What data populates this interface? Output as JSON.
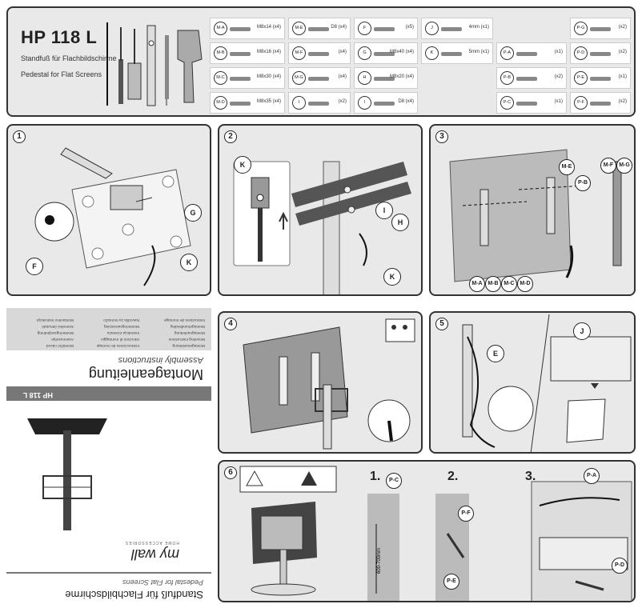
{
  "header": {
    "title": "HP 118 L",
    "subtitle_de": "Standfuß für Flachbildschirme",
    "subtitle_en": "Pedestal for Flat Screens",
    "parts": [
      {
        "code": "M-A",
        "desc": "M8x14 (x4)"
      },
      {
        "code": "M-B",
        "desc": "M8x16 (x4)"
      },
      {
        "code": "M-C",
        "desc": "M8x30 (x4)"
      },
      {
        "code": "M-D",
        "desc": "M8x35 (x4)"
      },
      {
        "code": "M-E",
        "desc": "D8 (x4)"
      },
      {
        "code": "M-F",
        "desc": "(x4)"
      },
      {
        "code": "M-G",
        "desc": "(x4)"
      },
      {
        "code": "I",
        "desc": "(x2)"
      },
      {
        "code": "F",
        "desc": "(x5)"
      },
      {
        "code": "G",
        "desc": "M8x40 (x4)"
      },
      {
        "code": "H",
        "desc": "M8x20 (x4)"
      },
      {
        "code": "I",
        "desc": "D8 (x4)"
      },
      {
        "code": "J",
        "desc": "4mm (x1)"
      },
      {
        "code": "K",
        "desc": "5mm (x1)"
      },
      {
        "code": "P-A",
        "desc": "(x1)"
      },
      {
        "code": "P-B",
        "desc": "(x2)"
      },
      {
        "code": "P-C",
        "desc": "(x1)"
      },
      {
        "code": "P-D",
        "desc": "(x2)"
      },
      {
        "code": "P-E",
        "desc": "(x1)"
      },
      {
        "code": "P-F",
        "desc": "(x2)"
      },
      {
        "code": "P-G",
        "desc": "(x2)"
      }
    ]
  },
  "steps": {
    "s1": {
      "num": "1",
      "callouts": [
        "G",
        "F",
        "K"
      ]
    },
    "s2": {
      "num": "2",
      "callouts": [
        "K",
        "I",
        "H",
        "K"
      ]
    },
    "s3": {
      "num": "3",
      "callouts": [
        "M-E",
        "P-B",
        "M-F",
        "M-G",
        "M-A",
        "M-B",
        "M-C",
        "M-D"
      ]
    },
    "s4": {
      "num": "4"
    },
    "s5": {
      "num": "5",
      "callouts": [
        "E",
        "J"
      ]
    },
    "s6": {
      "num": "6",
      "sub1": "1.",
      "sub2": "2.",
      "sub3": "3.",
      "callouts": [
        "P-C",
        "P-F",
        "P-E",
        "P-A",
        "P-D"
      ],
      "dimension": "600-700mm"
    }
  },
  "cover": {
    "langs_col1": [
      "Montagesanleitung",
      "Mounting instructions",
      "Montageanleitung",
      "Montagehandleiding",
      "Instructions de montage"
    ],
    "langs_col2": [
      "Instrucciones de montaje",
      "Istruzioni di montaggio",
      "Instrukcja montażu",
      "Monteringsanvisning",
      "Navodila za montažo"
    ],
    "langs_col3": [
      "Montážní návod",
      "Asennusohje",
      "Monteringsvejledning",
      "Szerelési útmutató",
      "Montavimo instrukcija"
    ],
    "main_de": "Montageanleitung",
    "main_en": "Assembly instructions",
    "model": "HP 118 L",
    "brand": "my wall",
    "brand_sub": "HOME ACCESSORIES",
    "foot_de": "Standfuß für Flachbildschirme",
    "foot_en": "Pedestal for Flat Screens"
  }
}
